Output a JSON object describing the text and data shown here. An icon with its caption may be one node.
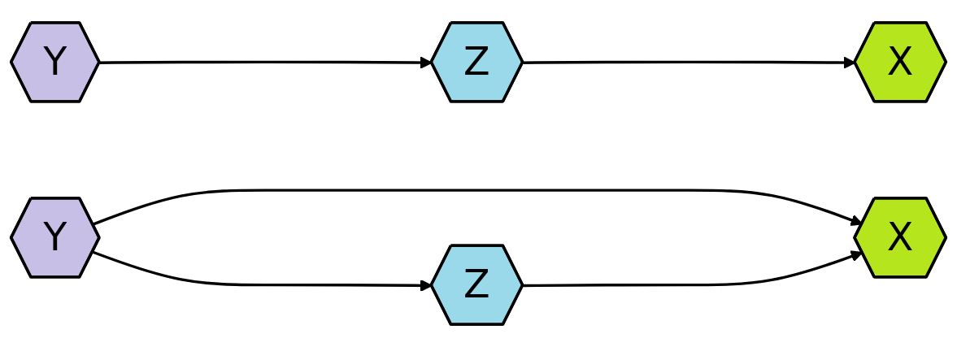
{
  "diagram": {
    "nodes": [
      {
        "text": [
          "Y"
        ]
      },
      {
        "text": [
          "Z"
        ]
      },
      {
        "text": [
          "X"
        ]
      },
      {
        "text": [
          "Y"
        ]
      },
      {
        "text": [
          "Z"
        ]
      },
      {
        "text": [
          "X"
        ]
      }
    ],
    "edges": [
      {
        "from": 0,
        "to": 1,
        "arrow": "to"
      },
      {
        "from": 1,
        "to": 2,
        "arrow": "to"
      },
      {
        "from": 3,
        "to": 4,
        "arrow": "to"
      },
      {
        "from": 3,
        "to": 5,
        "arrow": "to"
      },
      {
        "from": 4,
        "to": 5,
        "arrow": "to"
      }
    ]
  }
}
